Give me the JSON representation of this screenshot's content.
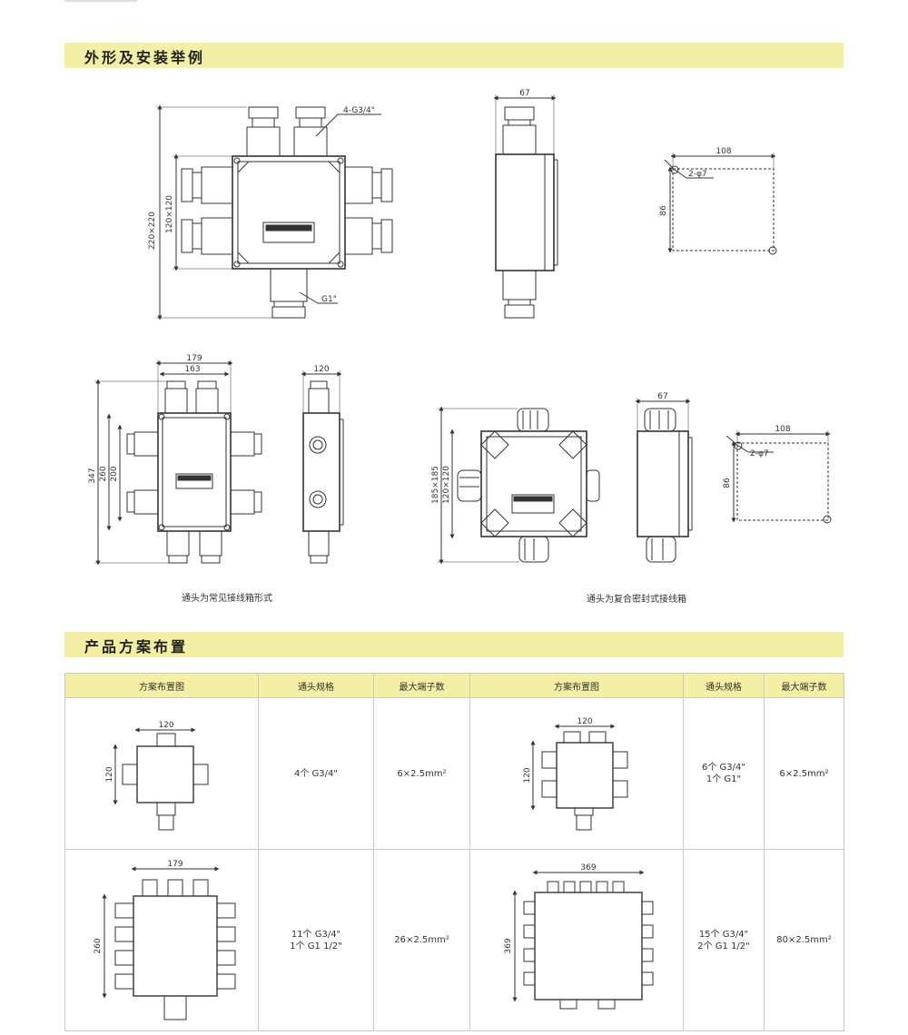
{
  "sections": {
    "install": {
      "title": "外形及安装举例"
    },
    "plans": {
      "title": "产品方案布置"
    }
  },
  "figure_top": {
    "front": {
      "thread_top": "4-G3/4\"",
      "thread_bottom": "G1\"",
      "outer": "220×220",
      "inner": "120×120"
    },
    "side": {
      "width": "67"
    },
    "mount": {
      "width": "108",
      "height": "86",
      "holes": "2-φ7"
    }
  },
  "figure_mid_left": {
    "width_outer": "179",
    "width_inner": "163",
    "h1": "347",
    "h2": "260",
    "h3": "200",
    "side_width": "120",
    "caption": "通头为常见接线箱形式"
  },
  "figure_mid_right": {
    "outer": "185×185",
    "inner": "120×120",
    "side_width": "67",
    "mount_width": "108",
    "mount_height": "86",
    "holes": "2-φ7",
    "caption": "通头为复合密封式接线箱"
  },
  "table": {
    "headers": [
      "方案布置图",
      "通头规格",
      "最大端子数",
      "方案布置图",
      "通头规格",
      "最大端子数"
    ],
    "rows": [
      {
        "left": {
          "dims": [
            "120",
            "120"
          ],
          "spec": [
            "4个 G3/4\""
          ],
          "terminals": "6×2.5mm²"
        },
        "right": {
          "dims": [
            "120",
            "120"
          ],
          "spec": [
            "6个 G3/4\"",
            "1个 G1\""
          ],
          "terminals": "6×2.5mm²"
        }
      },
      {
        "left": {
          "dims": [
            "179",
            "260"
          ],
          "spec": [
            "11个 G3/4\"",
            "1个 G1 1/2\""
          ],
          "terminals": "26×2.5mm²"
        },
        "right": {
          "dims": [
            "369",
            "369"
          ],
          "spec": [
            "15个 G3/4\"",
            "2个 G1 1/2\""
          ],
          "terminals": "80×2.5mm²"
        }
      }
    ]
  }
}
